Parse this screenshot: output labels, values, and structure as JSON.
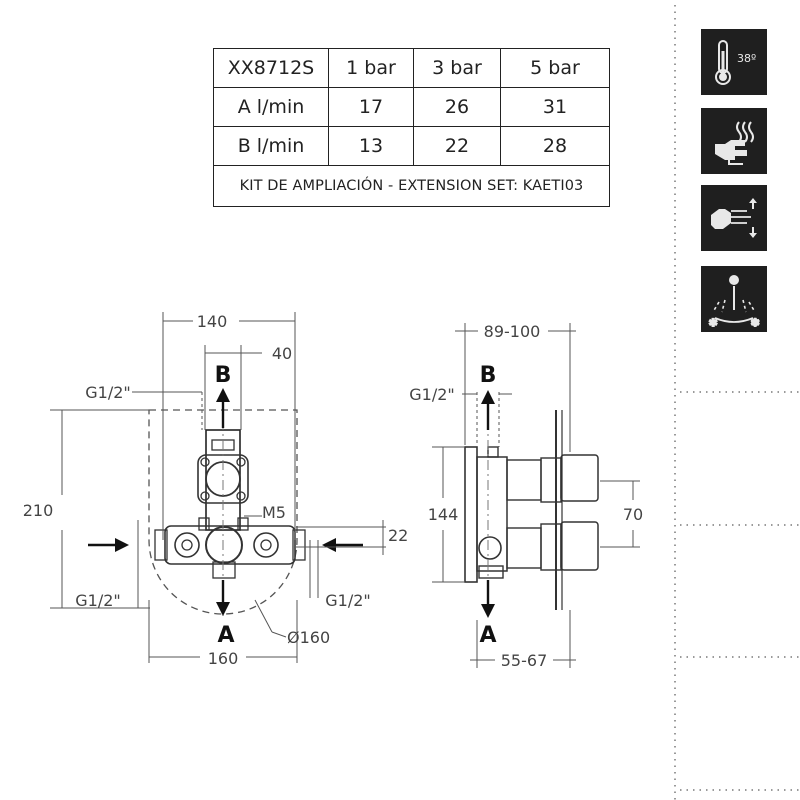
{
  "flow_table": {
    "header": [
      "XX8712S",
      "1 bar",
      "3 bar",
      "5 bar"
    ],
    "rows": [
      [
        "A  l/min",
        "17",
        "26",
        "31"
      ],
      [
        "B  l/min",
        "13",
        "22",
        "28"
      ]
    ],
    "note": "KIT DE AMPLIACIÓN - EXTENSION SET: KAETI03"
  },
  "front_view": {
    "width_top": "140",
    "inner_width": "40",
    "thread_top": "G1/2\"",
    "outlet_b": "B",
    "height": "210",
    "screw": "M5",
    "offset": "22",
    "thread_left": "G1/2\"",
    "thread_right": "G1/2\"",
    "outlet_a": "A",
    "diameter": "Ø160",
    "width_bottom": "160"
  },
  "side_view": {
    "depth_top": "89-100",
    "thread_top": "G1/2\"",
    "outlet_b": "B",
    "height": "144",
    "spacing": "70",
    "outlet_a": "A",
    "depth_bottom": "55-67"
  },
  "icons": [
    {
      "name": "thermostat-icon",
      "text": "38º"
    },
    {
      "name": "hand-hot-water-icon"
    },
    {
      "name": "hand-flow-control-icon"
    },
    {
      "name": "shower-anti-scald-icon"
    }
  ],
  "colors": {
    "line": "#222222",
    "dim": "#444444",
    "icon_bg": "#1f1f1f",
    "dotted": "#9a9a9a"
  }
}
